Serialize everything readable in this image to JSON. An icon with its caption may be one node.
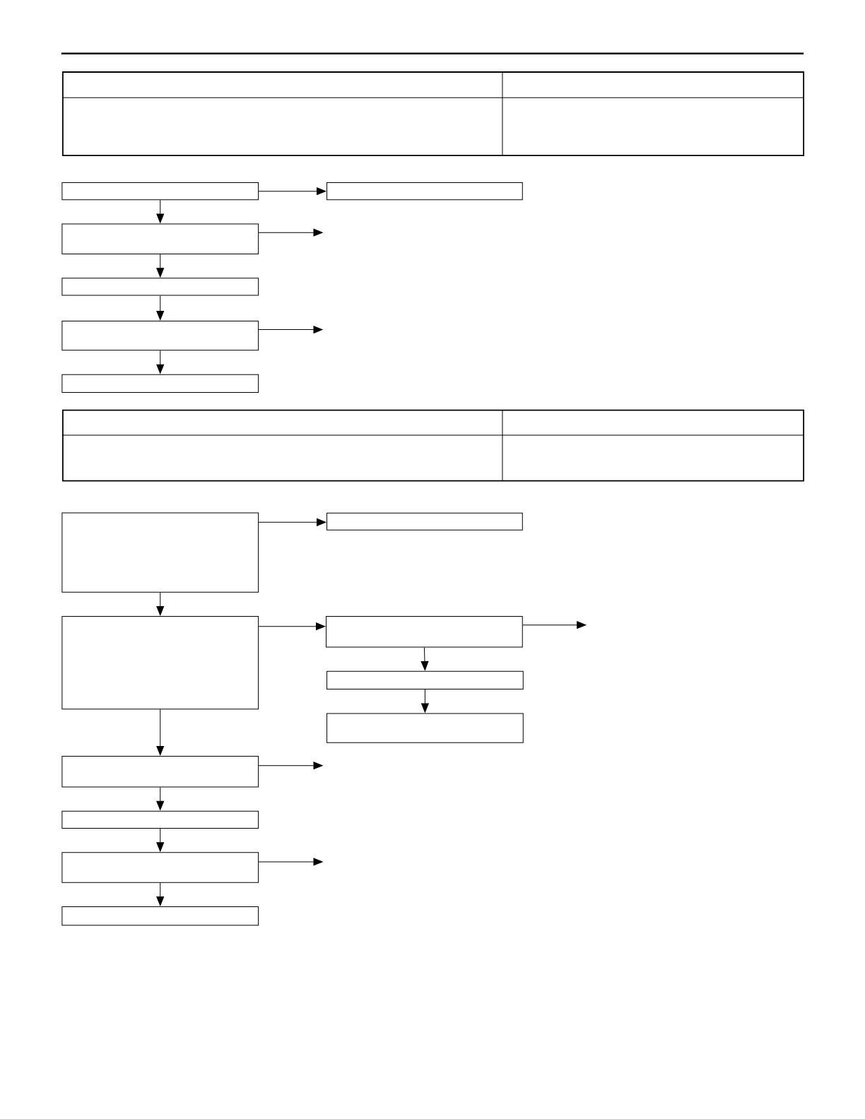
{
  "diagram": {
    "nodes": [
      {
        "text": [],
        "shape": "box"
      },
      {
        "text": [],
        "shape": "box"
      },
      {
        "text": [],
        "shape": "box"
      },
      {
        "text": [],
        "shape": "box"
      },
      {
        "text": [],
        "shape": "box"
      },
      {
        "text": [],
        "shape": "box"
      },
      {
        "text": [],
        "shape": "box"
      },
      {
        "text": [],
        "shape": "box"
      },
      {
        "text": [],
        "shape": "box"
      },
      {
        "text": [],
        "shape": "box"
      },
      {
        "text": [],
        "shape": "box"
      },
      {
        "text": [],
        "shape": "box"
      },
      {
        "text": [],
        "shape": "box"
      },
      {
        "text": [],
        "shape": "box"
      },
      {
        "text": [],
        "shape": "box"
      },
      {
        "text": [],
        "shape": "box"
      }
    ],
    "edges": [
      {
        "from": 0,
        "to": 1,
        "arrow": "to"
      },
      {
        "from": 0,
        "to": 2,
        "arrow": "to"
      },
      {
        "from": 2,
        "to": null,
        "arrow": "to"
      },
      {
        "from": 2,
        "to": 3,
        "arrow": "to"
      },
      {
        "from": 3,
        "to": 4,
        "arrow": "to"
      },
      {
        "from": 4,
        "to": null,
        "arrow": "to"
      },
      {
        "from": 4,
        "to": 5,
        "arrow": "to"
      },
      {
        "from": 6,
        "to": 7,
        "arrow": "to"
      },
      {
        "from": 6,
        "to": 8,
        "arrow": "to"
      },
      {
        "from": 8,
        "to": 9,
        "arrow": "to"
      },
      {
        "from": 9,
        "to": null,
        "arrow": "to"
      },
      {
        "from": 9,
        "to": 10,
        "arrow": "to"
      },
      {
        "from": 10,
        "to": 11,
        "arrow": "to"
      },
      {
        "from": 8,
        "to": 12,
        "arrow": "to"
      },
      {
        "from": 12,
        "to": null,
        "arrow": "to"
      },
      {
        "from": 12,
        "to": 13,
        "arrow": "to"
      },
      {
        "from": 13,
        "to": 14,
        "arrow": "to"
      },
      {
        "from": 14,
        "to": null,
        "arrow": "to"
      },
      {
        "from": 14,
        "to": 15,
        "arrow": "to"
      }
    ]
  }
}
